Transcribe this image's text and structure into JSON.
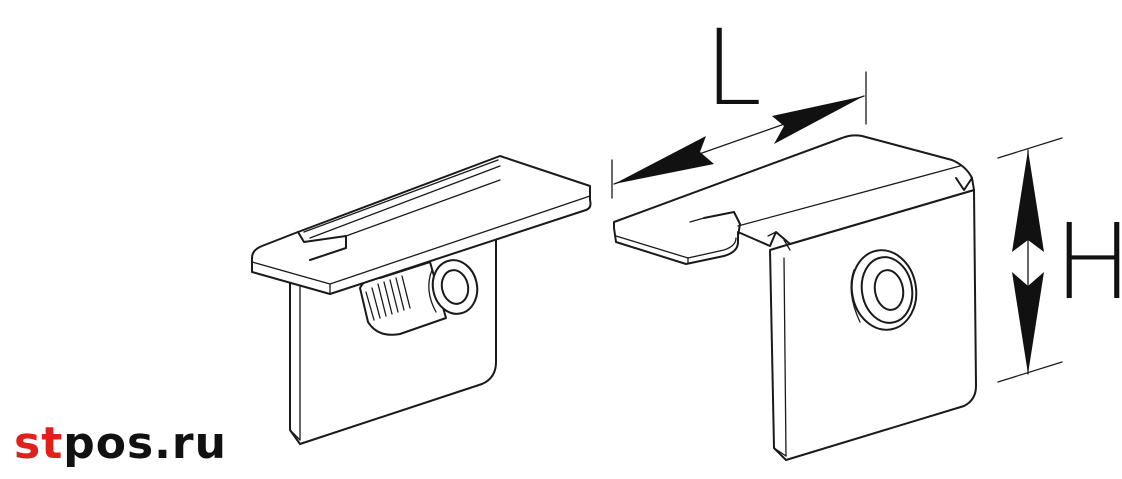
{
  "dimensions": {
    "length_label": "L",
    "height_label": "H"
  },
  "logo": {
    "prefix": "st",
    "suffix": "pos.ru"
  },
  "colors": {
    "logo_prefix": "#e0201c",
    "logo_suffix": "#111111",
    "line": "#1a1a1a"
  }
}
